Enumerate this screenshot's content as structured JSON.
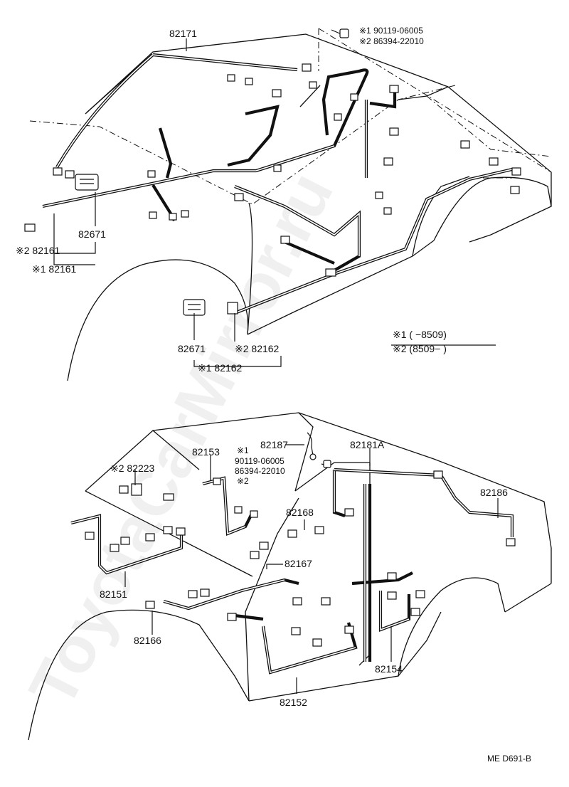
{
  "watermark": "ToyotaCarMirror.ru",
  "top_view": {
    "part_82171": "82171",
    "bolt_note_1": "※1 90119-06005",
    "bolt_note_2": "※2 86394-22010",
    "part_82671_a": "82671",
    "part_82161_v2": "※2 82161",
    "part_82161_v1": "※1 82161",
    "part_82671_b": "82671",
    "part_82162_v2": "※2 82162",
    "part_82162_v1": "※1 82162",
    "legend_1": "※1 (      −8509)",
    "legend_2": "※2 (8509−      )"
  },
  "bottom_view": {
    "part_82187": "82187",
    "part_82181A": "82181A",
    "part_82153": "82153",
    "note_1": "※1",
    "bolt_1": "90119-06005",
    "bolt_2": "86394-22010",
    "note_2": "※2",
    "part_82223": "※2 82223",
    "part_82186": "82186",
    "part_82168": "82168",
    "part_82167": "82167",
    "part_82151": "82151",
    "part_82166": "82166",
    "part_82152": "82152",
    "part_82154": "82154"
  },
  "footer_code": "ME  D691-B"
}
